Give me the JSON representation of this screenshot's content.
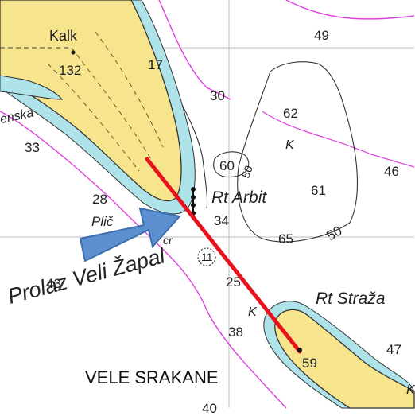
{
  "map": {
    "place_names": {
      "kalk": "Kalk",
      "rt_arbit": "Rt Arbit",
      "rt_strazha": "Rt Straža",
      "prolaz": "Prolaz Veli Žapal",
      "vele_srakane": "VELE SRAKANE",
      "enska_fragment": "enska",
      "plic_fragment": "Plič",
      "cr_fragment": "cr"
    },
    "depths": {
      "d132": "132",
      "d17": "17",
      "d30": "30",
      "d49": "49",
      "d62": "62",
      "d33": "33",
      "d60": "60",
      "d50a": "50",
      "d61": "61",
      "d46": "46",
      "d28": "28",
      "d34": "34",
      "d65": "65",
      "d50b": "50",
      "d11": "11",
      "d43": "43",
      "d25": "25",
      "d38": "38",
      "d47": "47",
      "d59": "59",
      "d40": "40"
    },
    "seabed_marks": {
      "k1": "K",
      "k2": "K",
      "k3": "K"
    },
    "colors": {
      "land": "#f7e58e",
      "shallow": "#aee3ea",
      "route_line": "#e8121c",
      "arrow": "#5b8fcf",
      "magenta_line": "#e040e0"
    },
    "icons": {
      "route": "red-route-line",
      "pointer": "blue-arrow",
      "light": "navigation-light-marker"
    }
  }
}
